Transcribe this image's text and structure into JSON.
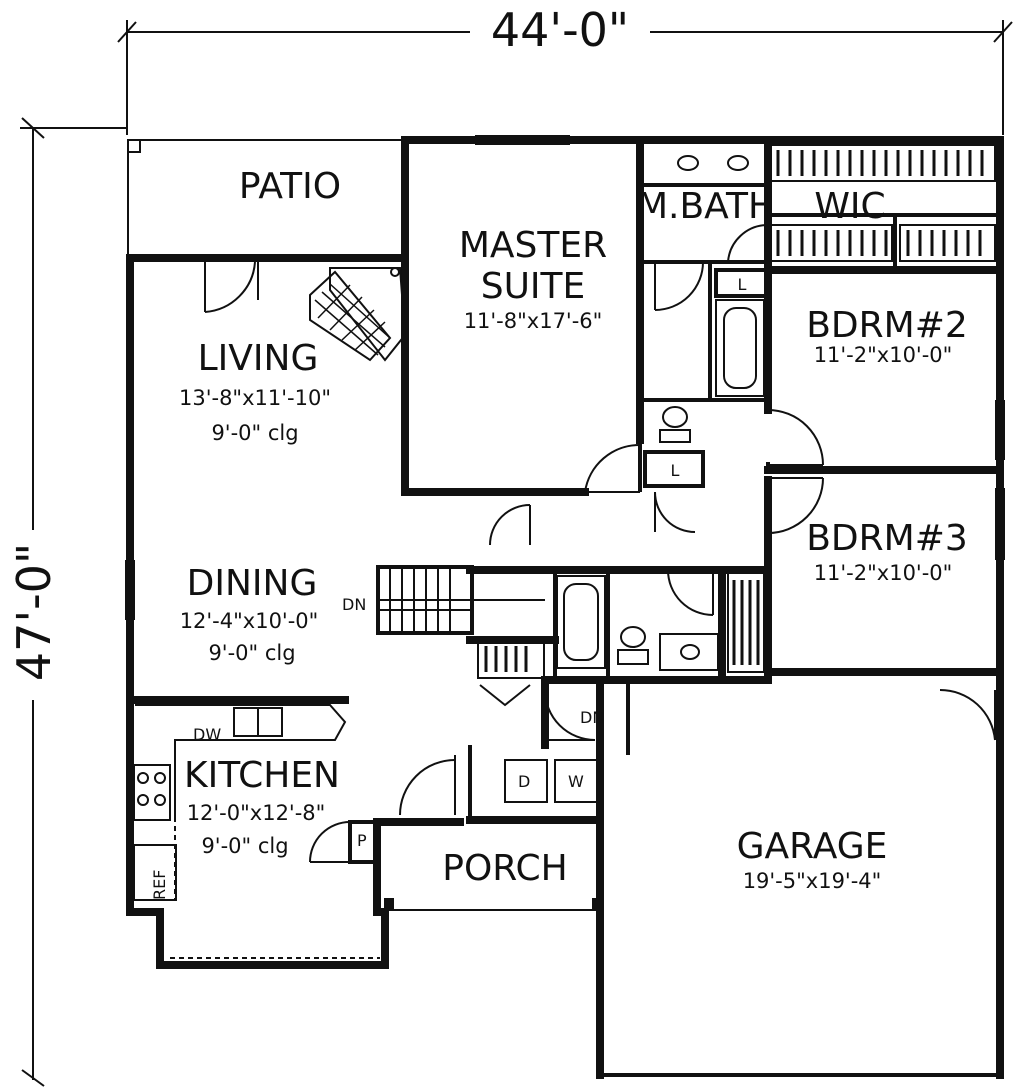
{
  "overall": {
    "width": "44'-0\"",
    "depth": "47'-0\""
  },
  "rooms": {
    "patio": {
      "name": "PATIO"
    },
    "master_suite": {
      "name_line1": "MASTER",
      "name_line2": "SUITE",
      "dims": "11'-8\"x17'-6\""
    },
    "master_bath": {
      "name": "M.BATH"
    },
    "wic": {
      "name": "WIC"
    },
    "bedroom2": {
      "name": "BDRM#2",
      "dims": "11'-2\"x10'-0\""
    },
    "bedroom3": {
      "name": "BDRM#3",
      "dims": "11'-2\"x10'-0\""
    },
    "living": {
      "name": "LIVING",
      "dims": "13'-8\"x11'-10\"",
      "ceiling": "9'-0\" clg"
    },
    "dining": {
      "name": "DINING",
      "dims": "12'-4\"x10'-0\"",
      "ceiling": "9'-0\" clg"
    },
    "kitchen": {
      "name": "KITCHEN",
      "dims": "12'-0\"x12'-8\"",
      "ceiling": "9'-0\" clg"
    },
    "porch": {
      "name": "PORCH"
    },
    "garage": {
      "name": "GARAGE",
      "dims": "19'-5\"x19'-4\""
    }
  },
  "fixtures": {
    "linen_1": "L",
    "linen_2": "L",
    "stair_down": "DN",
    "garage_step_down": "DN",
    "dishwasher": "DW",
    "pantry": "P",
    "refrigerator": "REF",
    "dryer": "D",
    "washer": "W"
  }
}
